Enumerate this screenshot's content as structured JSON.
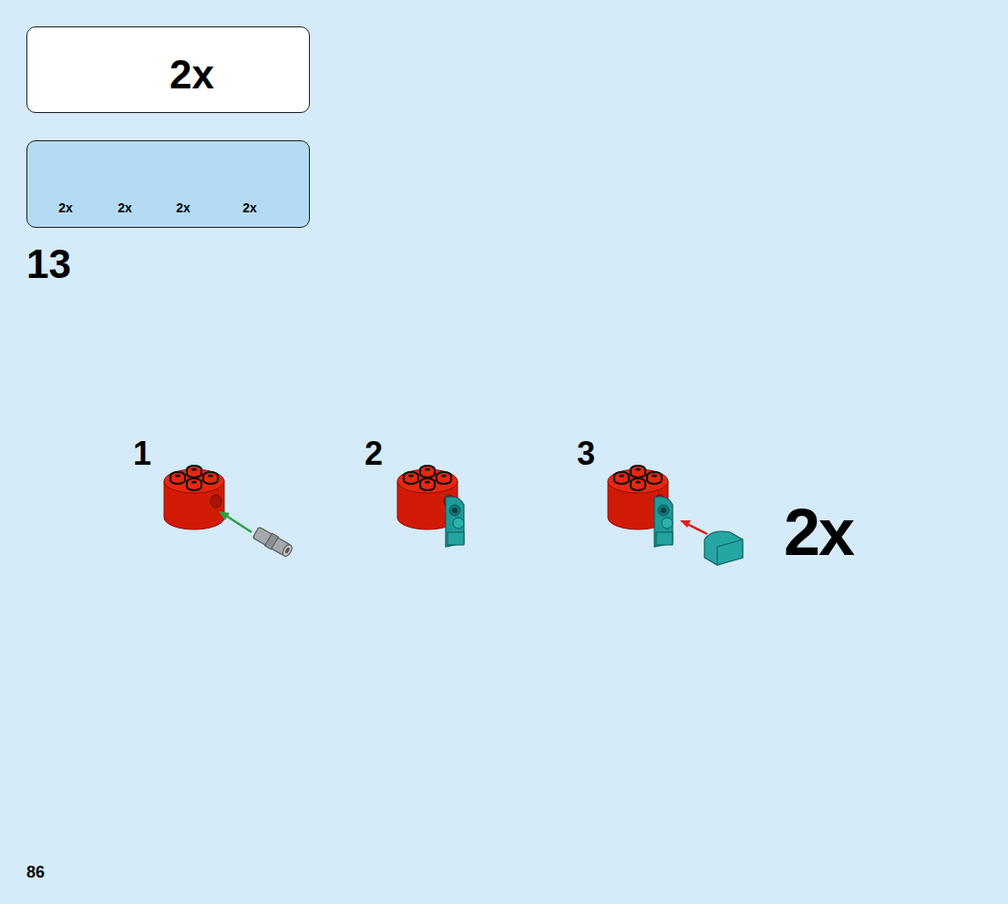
{
  "diagram": {
    "nodes": [
      {
        "text": [
          "2x"
        ]
      },
      {
        "text": [
          "2x",
          "2x",
          "2x",
          "2x"
        ]
      }
    ],
    "labels": [
      "13",
      "1",
      "2",
      "3",
      "2x",
      "86"
    ]
  }
}
